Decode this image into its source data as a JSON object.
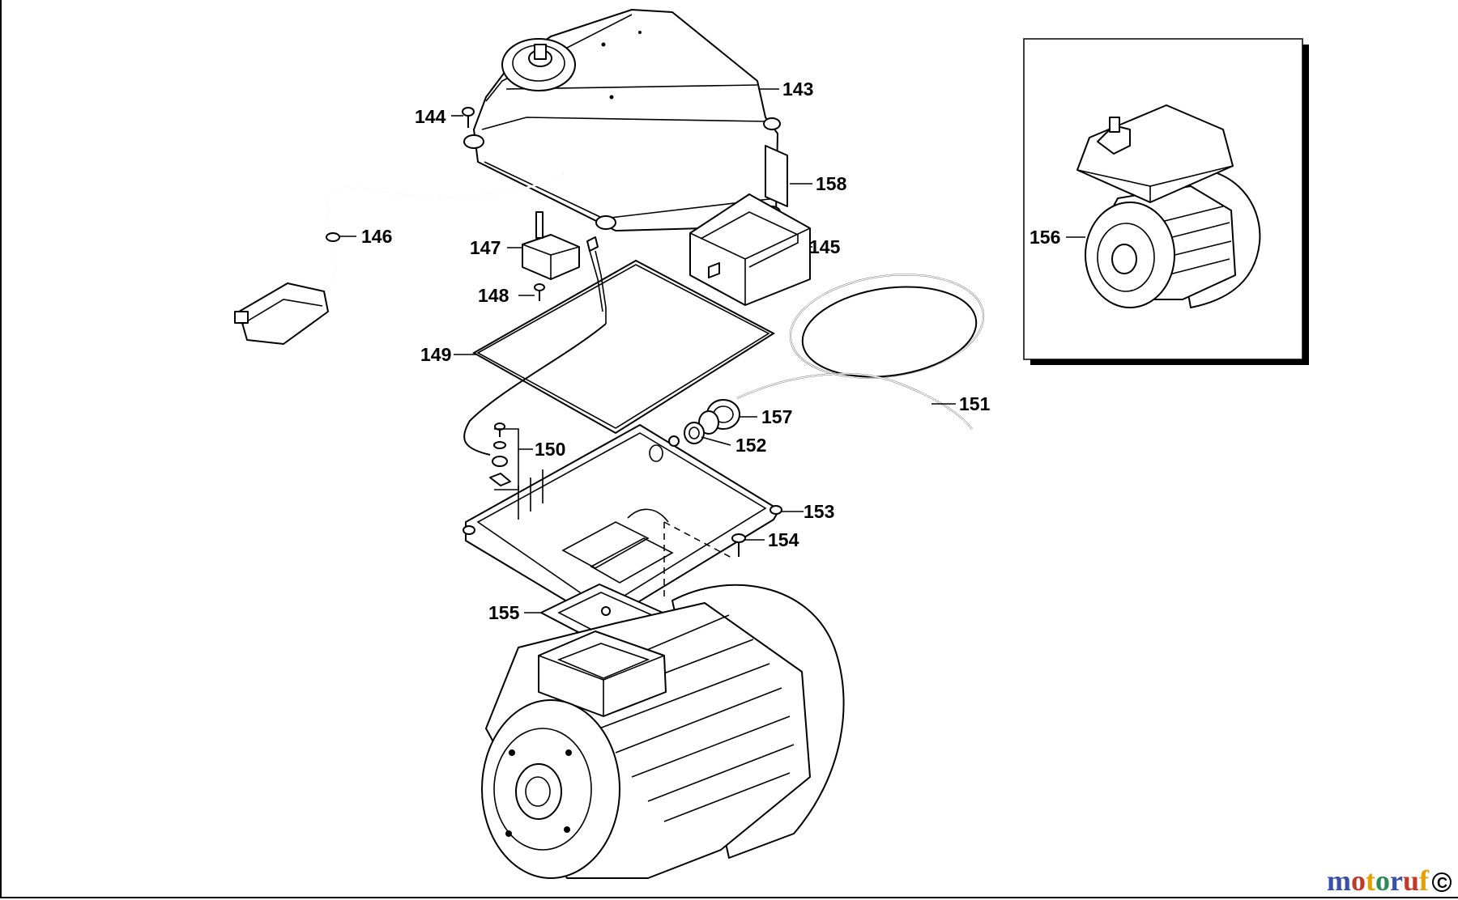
{
  "labels": {
    "p143": "143",
    "p144": "144",
    "p145": "145",
    "p146": "146",
    "p147": "147",
    "p148": "148",
    "p149": "149",
    "p150": "150",
    "p151": "151",
    "p152": "152",
    "p153": "153",
    "p154": "154",
    "p155": "155",
    "p156": "156",
    "p157": "157",
    "p158": "158"
  },
  "watermark": {
    "brand": "motoruf",
    "colors": [
      "#3a4fa8",
      "#c0392b",
      "#e5a100",
      "#2e8b57",
      "#3a4fa8",
      "#c0392b",
      "#e5a100"
    ]
  }
}
